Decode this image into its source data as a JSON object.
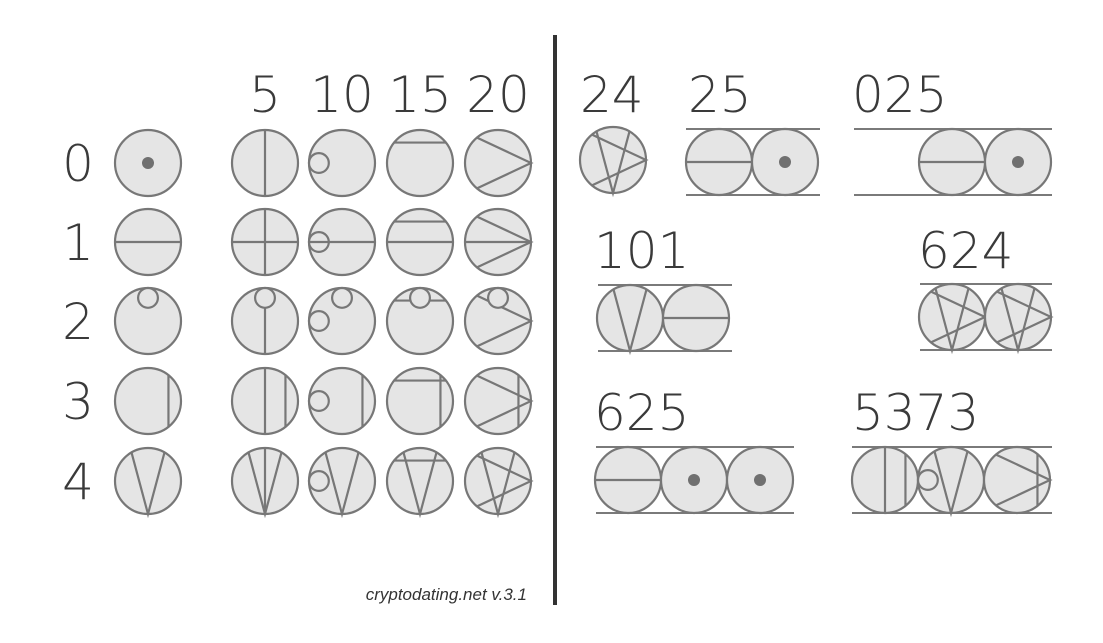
{
  "colors": {
    "glyph_fill": "#e5e5e5",
    "glyph_stroke": "#777777",
    "dot": "#707070",
    "text": "#3a3a3a",
    "divider": "#333333"
  },
  "key": {
    "row_labels": [
      "0",
      "1",
      "2",
      "3",
      "4"
    ],
    "column_labels": [
      "5",
      "10",
      "15",
      "20"
    ],
    "row_glyphs": [
      "dot",
      "horizontal-line",
      "top-ring",
      "right-line",
      "v-shape"
    ],
    "column_glyphs": [
      "vertical-line",
      "left-ring",
      "top-chord",
      "arrow"
    ]
  },
  "examples": [
    {
      "label": "24",
      "glyphs": [
        [
          "arrow",
          "v-shape"
        ]
      ],
      "framed": false
    },
    {
      "label": "25",
      "glyphs": [
        [
          "horizontal-line"
        ],
        [
          "dot"
        ]
      ],
      "framed": true
    },
    {
      "label": "025",
      "glyphs": [
        [
          "horizontal-line"
        ],
        [
          "dot"
        ]
      ],
      "framed": true,
      "leading_zero": true
    },
    {
      "label": "101",
      "glyphs": [
        [
          "v-shape"
        ],
        [
          "horizontal-line"
        ]
      ],
      "framed": true
    },
    {
      "label": "624",
      "glyphs": [
        [
          "arrow",
          "v-shape"
        ],
        [
          "arrow",
          "v-shape"
        ]
      ],
      "framed": true
    },
    {
      "label": "625",
      "glyphs": [
        [
          "horizontal-line"
        ],
        [
          "dot"
        ],
        [
          "dot"
        ]
      ],
      "framed": true
    },
    {
      "label": "5373",
      "glyphs": [
        [
          "vertical-line",
          "right-line"
        ],
        [
          "left-ring",
          "v-shape"
        ],
        [
          "arrow",
          "right-line"
        ]
      ],
      "framed": true
    }
  ],
  "footer": "cryptodating.net  v.3.1"
}
